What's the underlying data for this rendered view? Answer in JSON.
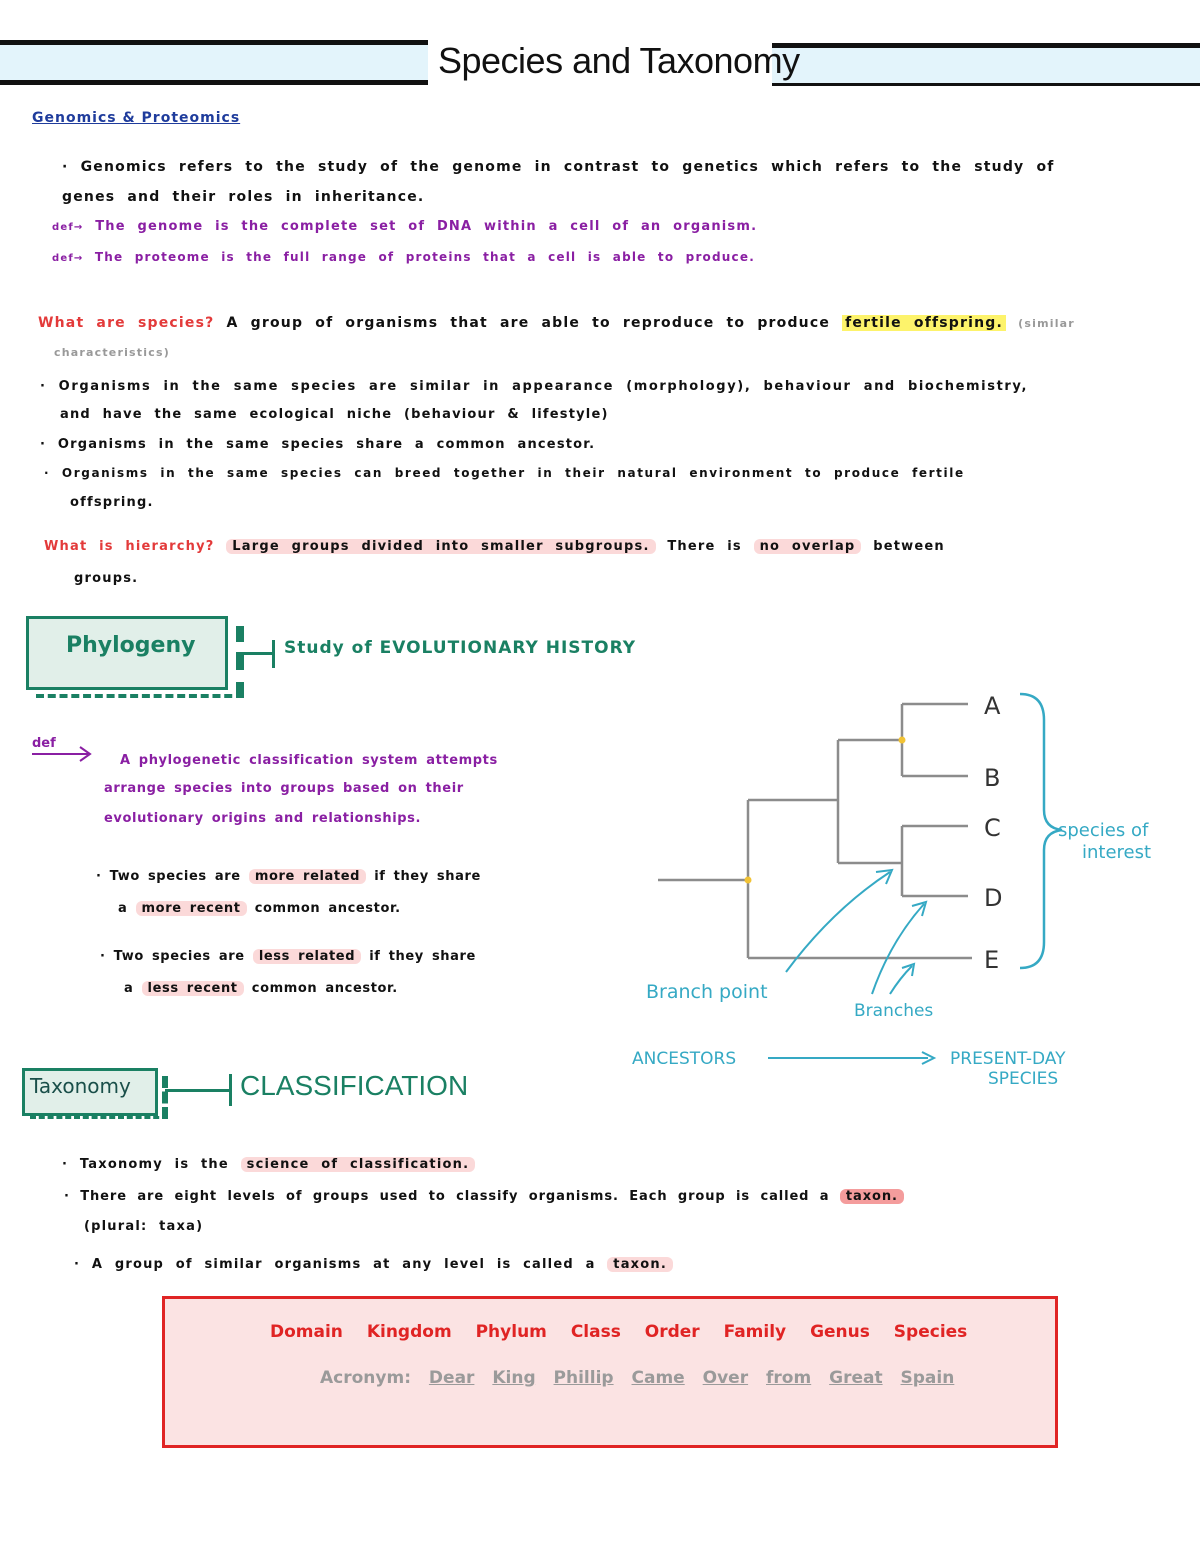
{
  "title": "Species and Taxonomy",
  "section_genomics": "Genomics & Proteomics",
  "genomics": {
    "line1": "· Genomics refers to the study of the genome in contrast to genetics which refers to the study of",
    "line2": "genes and their roles in inheritance.",
    "genome_prefix": "def→",
    "genome_def": "The genome is the complete set of DNA within a cell of an organism.",
    "proteome_prefix": "def→",
    "proteome_def": "The proteome is the full range of proteins that a cell is able to produce."
  },
  "species": {
    "question": "What are species?",
    "answer_a": "A group of organisms that are able to reproduce to produce",
    "answer_hl": "fertile offspring.",
    "answer_b": "(similar",
    "answer_c": "characteristics)",
    "b1_line1": "· Organisms in the same species are similar in appearance (morphology), behaviour and biochemistry,",
    "b1_line2": "and have the same ecological niche (behaviour & lifestyle)",
    "b2": "· Organisms in the same species share a common ancestor.",
    "b3_line1": "· Organisms in the same species can breed together in their natural environment to produce fertile",
    "b3_line2": "offspring."
  },
  "hierarchy": {
    "question": "What is hierarchy?",
    "answer_hl": "Large groups divided into smaller subgroups.",
    "answer_b": "There is",
    "answer_hl2": "no overlap",
    "answer_c": "between",
    "answer_d": "groups."
  },
  "phylogeny": {
    "label": "Phylogeny",
    "definition": "Study of EVOLUTIONARY HISTORY",
    "def_prefix": "def",
    "def_line1": "A phylogenetic classification system attempts",
    "def_line2": "arrange species into groups based on their",
    "def_line3": "evolutionary origins and relationships.",
    "more_a": "· Two species are",
    "more_hl": "more related",
    "more_b": "if they share",
    "more_c": "a",
    "more_hl2": "more recent",
    "more_d": "common ancestor.",
    "less_a": "· Two species are",
    "less_hl": "less related",
    "less_b": "if they share",
    "less_c": "a",
    "less_hl2": "less recent",
    "less_d": "common ancestor."
  },
  "tree": {
    "leaves": [
      "A",
      "B",
      "C",
      "D",
      "E"
    ],
    "species_label_1": "species of",
    "species_label_2": "interest",
    "branch_point": "Branch point",
    "branches": "Branches",
    "ancestors": "ANCESTORS",
    "present_1": "PRESENT-DAY",
    "present_2": "SPECIES",
    "line_color": "#8c8c8c",
    "node_color": "#f2c335",
    "annot_color": "#35a9c4"
  },
  "taxonomy": {
    "label": "Taxonomy",
    "definition": "CLASSIFICATION",
    "b1_a": "· Taxonomy is the",
    "b1_hl": "science of classification.",
    "b2_a": "· There are eight levels of groups used to classify organisms. Each group is called a",
    "b2_hl": "taxon.",
    "b2_b": "(plural: taxa)",
    "b3_a": "· A group of similar organisms at any level is called a",
    "b3_hl": "taxon."
  },
  "ranks": [
    "Domain",
    "Kingdom",
    "Phylum",
    "Class",
    "Order",
    "Family",
    "Genus",
    "Species"
  ],
  "acronym_label": "Acronym:",
  "acronym_words": [
    "Dear",
    "King",
    "Phillip",
    "Came",
    "Over",
    "from",
    "Great",
    "Spain"
  ],
  "colors": {
    "purple": "#8a1fa3",
    "red": "#e33a3a",
    "teal": "#1a8063",
    "header_band": "#e3f4fb",
    "highlight_yellow": "#fdf36b",
    "highlight_pink": "#fbd9d9",
    "rank_box_fill": "#fbe3e3",
    "rank_box_border": "#e02424"
  }
}
